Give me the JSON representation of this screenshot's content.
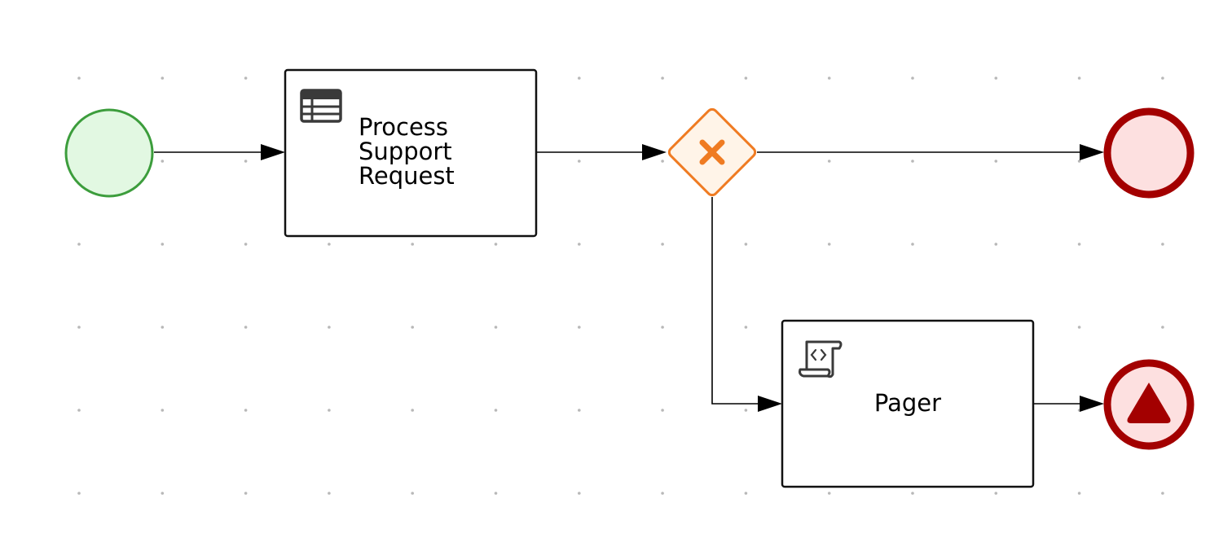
{
  "diagram": {
    "type": "bpmn-process",
    "colors": {
      "start_fill": "#e2f8e2",
      "start_stroke": "#3c9d3c",
      "end_fill": "#fde0e0",
      "end_stroke": "#a30000",
      "gateway_fill": "#fff4e8",
      "gateway_stroke": "#ef7b22",
      "task_stroke": "#111111",
      "icon_color": "#3a3a3a"
    },
    "nodes": {
      "start_event": {
        "kind": "start-event"
      },
      "task_process": {
        "kind": "business-rule-task",
        "icon": "table-icon",
        "label_lines": [
          "Process",
          "Support",
          "Request"
        ]
      },
      "gateway": {
        "kind": "exclusive-gateway",
        "icon": "x-icon"
      },
      "end_event": {
        "kind": "end-event"
      },
      "task_pager": {
        "kind": "script-task",
        "icon": "script-scroll-icon",
        "label": "Pager"
      },
      "escalation_end": {
        "kind": "escalation-end-event",
        "icon": "escalation-triangle-icon"
      }
    },
    "flows": [
      {
        "from": "start_event",
        "to": "task_process"
      },
      {
        "from": "task_process",
        "to": "gateway"
      },
      {
        "from": "gateway",
        "to": "end_event"
      },
      {
        "from": "gateway",
        "to": "task_pager"
      },
      {
        "from": "task_pager",
        "to": "escalation_end"
      }
    ]
  }
}
